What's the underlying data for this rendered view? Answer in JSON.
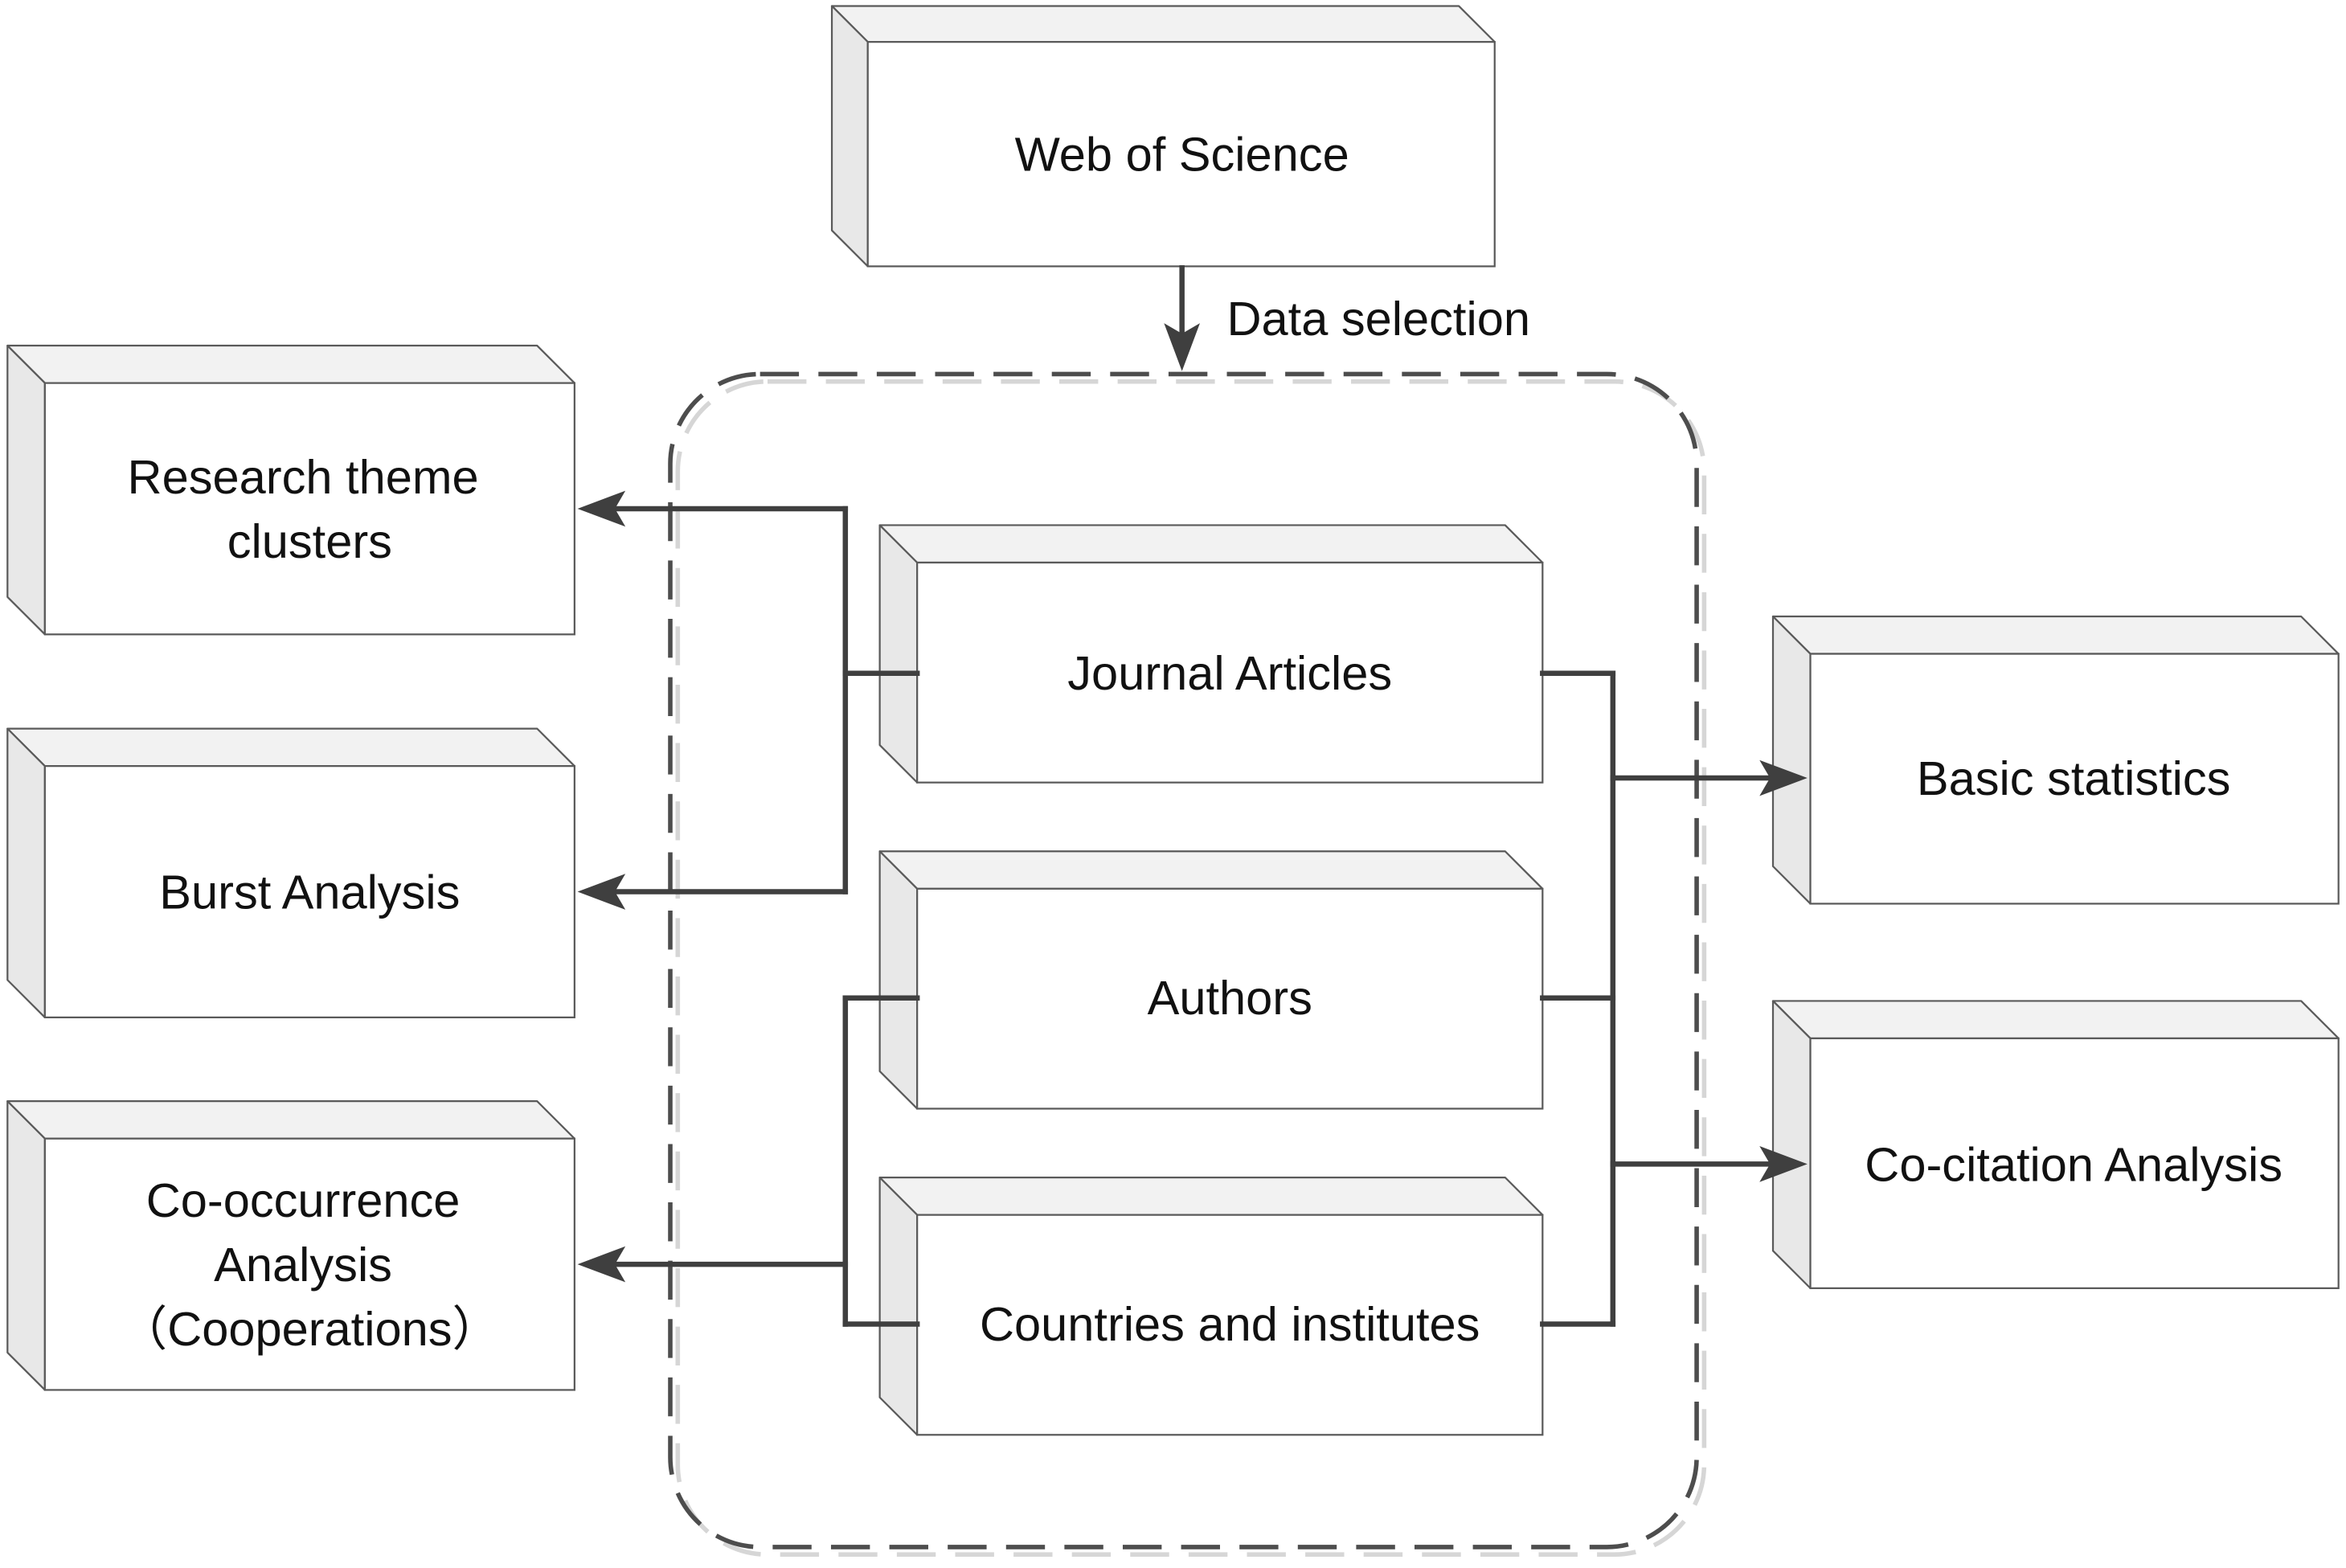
{
  "diagram": {
    "source": {
      "label": "Web of Science"
    },
    "selection_label": "Data selection",
    "data_types": [
      {
        "label": "Journal Articles"
      },
      {
        "label": "Authors"
      },
      {
        "label": "Countries and institutes"
      }
    ],
    "left_outputs": [
      {
        "lines": [
          "Research theme",
          "clusters"
        ]
      },
      {
        "lines": [
          "Burst Analysis"
        ]
      },
      {
        "lines": [
          "Co-occurrence",
          "Analysis",
          "（Cooperations）"
        ]
      }
    ],
    "right_outputs": [
      {
        "lines": [
          "Basic statistics"
        ]
      },
      {
        "lines": [
          "Co-citation Analysis"
        ]
      }
    ]
  },
  "colors": {
    "background": "#ffffff",
    "front_face": "#ffffff",
    "top_face": "#f2f2f2",
    "side_face": "#e8e8e8",
    "box_outline": "#5a5a5a",
    "connector": "#3f3f3f",
    "dashed_border": "#4d4d4d",
    "dashed_shadow": "#d6d6d6",
    "text": "#111111"
  }
}
